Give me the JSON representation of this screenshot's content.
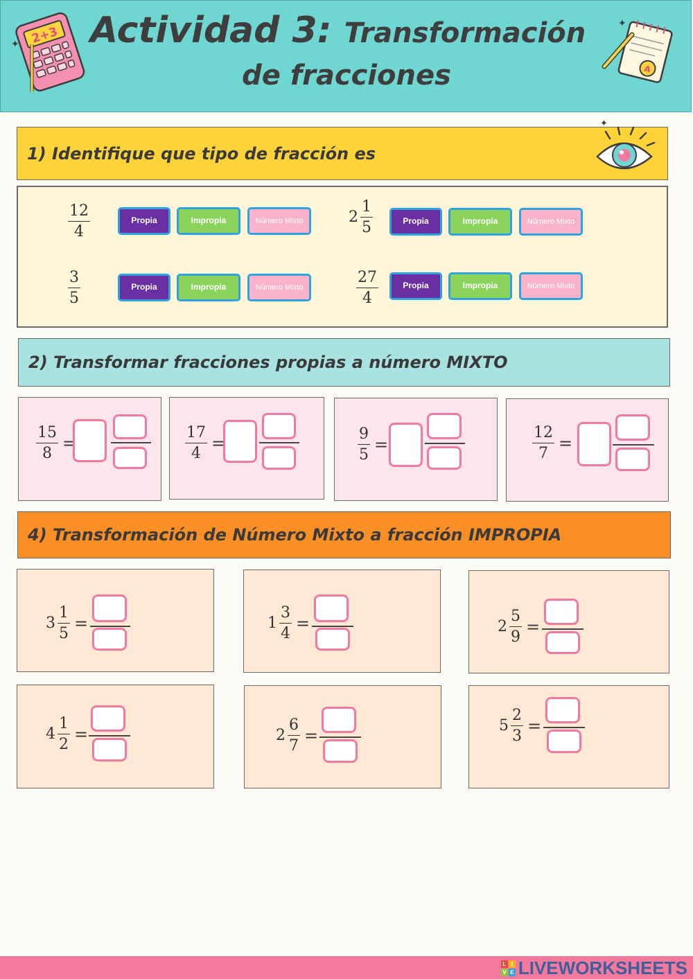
{
  "header": {
    "title_main": "Actividad 3:",
    "title_sub": "Transformación",
    "title_line2": "de fracciones",
    "calculator_text": "2+3"
  },
  "section1": {
    "title": "1) Identifique que tipo de fracción es",
    "options": {
      "propia": "Propia",
      "impropia": "Impropia",
      "mixto": "Número Mixto"
    },
    "items": [
      {
        "whole": "",
        "num": "12",
        "den": "4"
      },
      {
        "whole": "2",
        "num": "1",
        "den": "5"
      },
      {
        "whole": "",
        "num": "3",
        "den": "5"
      },
      {
        "whole": "",
        "num": "27",
        "den": "4"
      }
    ]
  },
  "section2": {
    "title": "2) Transformar fracciones propias a número MIXTO",
    "items": [
      {
        "num": "15",
        "den": "8"
      },
      {
        "num": "17",
        "den": "4"
      },
      {
        "num": "9",
        "den": "5"
      },
      {
        "num": "12",
        "den": "7"
      }
    ]
  },
  "section4": {
    "title": "4) Transformación de Número Mixto a fracción IMPROPIA",
    "items": [
      {
        "whole": "3",
        "num": "1",
        "den": "5"
      },
      {
        "whole": "1",
        "num": "3",
        "den": "4"
      },
      {
        "whole": "2",
        "num": "5",
        "den": "9"
      },
      {
        "whole": "4",
        "num": "1",
        "den": "2"
      },
      {
        "whole": "2",
        "num": "6",
        "den": "7"
      },
      {
        "whole": "5",
        "num": "2",
        "den": "3"
      }
    ]
  },
  "equals": "=",
  "footer": {
    "brand": "LIVEWORKSHEETS",
    "logo_letters": [
      "L",
      "I",
      "V",
      "E"
    ]
  },
  "colors": {
    "header": "#6fd6d2",
    "section1": "#fdd339",
    "section2": "#a8e3e2",
    "section4": "#fa8f25",
    "propia": "#6a2fa3",
    "impropia": "#8bd45c",
    "mixto": "#f9b3ca",
    "input_border": "#f17a9e",
    "footer": "#f5799d"
  }
}
